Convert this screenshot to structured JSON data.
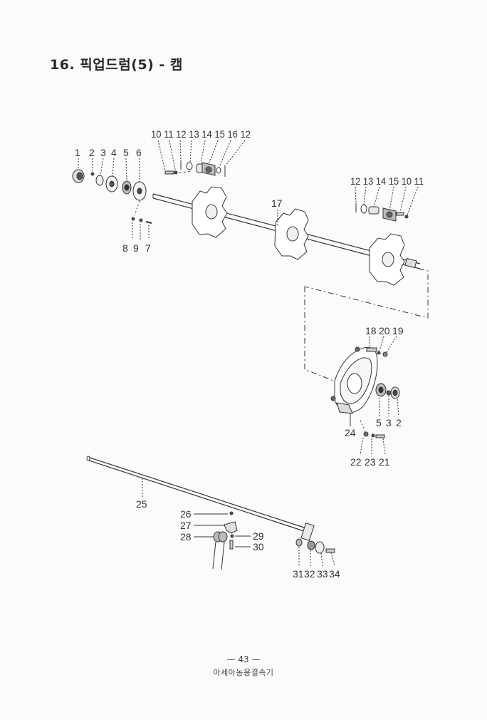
{
  "section_title": "16. 픽업드럼(5) - 캠",
  "page_number": "— 43 —",
  "publisher": "아세아농용결속기",
  "labels": {
    "l1": "1",
    "l2": "2",
    "l3": "3",
    "l4": "4",
    "l5": "5",
    "l6": "6",
    "l7": "7",
    "l8": "8",
    "l9": "9",
    "top_a": "10 11 12 13 14 15 16 12",
    "top_b": "12 13 14 15 10 11",
    "l17": "17",
    "l18": "18",
    "l20": "20",
    "l19": "19",
    "l5b": "5",
    "l3b": "3",
    "l2b": "2",
    "l24": "24",
    "l22": "22",
    "l23": "23",
    "l21": "21",
    "l25": "25",
    "l26": "26",
    "l27": "27",
    "l28": "28",
    "l29": "29",
    "l30": "30",
    "l31": "31",
    "l32": "32",
    "l33": "33",
    "l34": "34"
  }
}
